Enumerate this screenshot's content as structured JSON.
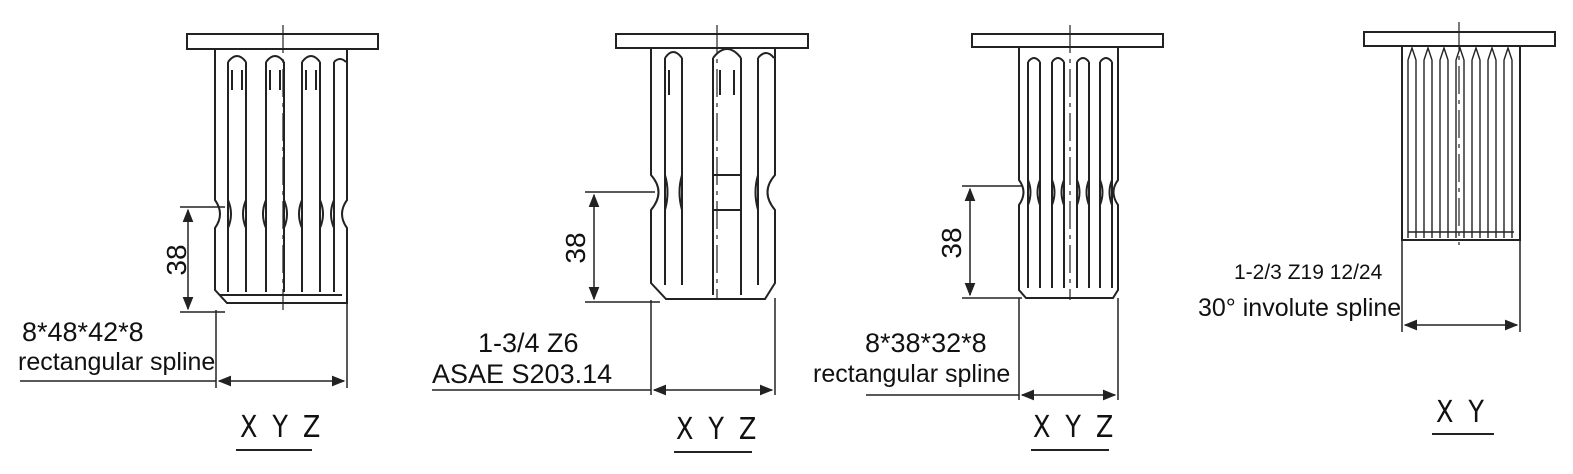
{
  "figures": [
    {
      "id": "fig1",
      "spec_line1": "8*48*42*8",
      "spec_line2": "rectangular spline",
      "dimension": "38",
      "variants": "X Y Z"
    },
    {
      "id": "fig2",
      "spec_line1": "1-3/4 Z6",
      "spec_line2": "ASAE S203.14",
      "dimension": "38",
      "variants": "X Y Z"
    },
    {
      "id": "fig3",
      "spec_line1": "8*38*32*8",
      "spec_line2": "rectangular spline",
      "dimension": "38",
      "variants": "X Y Z"
    },
    {
      "id": "fig4",
      "spec_line1": "1-2/3 Z19 12/24",
      "spec_line2": "30° involute spline",
      "dimension": "",
      "variants": "X Y"
    }
  ],
  "colors": {
    "line": "#222222",
    "background": "#ffffff"
  }
}
